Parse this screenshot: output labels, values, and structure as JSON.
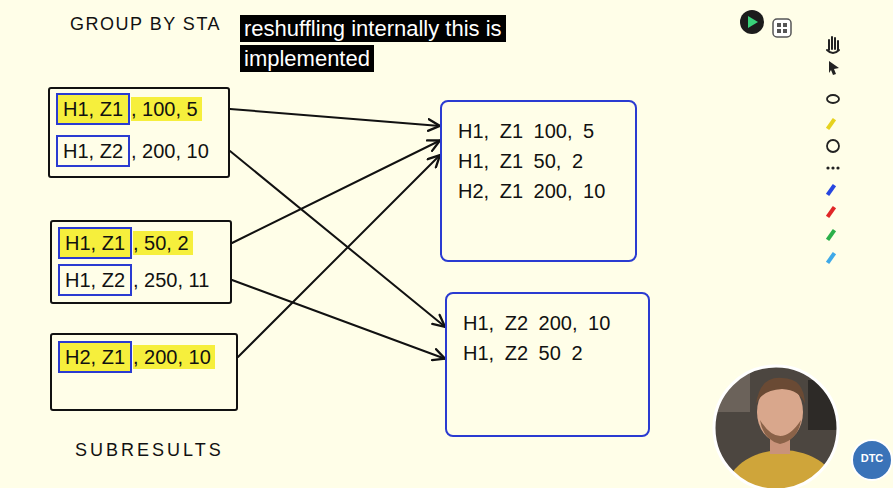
{
  "diagram": {
    "title": "GROUP BY STA",
    "caption": "reshuffling internally this is implemented",
    "nodes": [
      {
        "text": [
          ", 100, 5",
          ", 200, 10"
        ]
      },
      {
        "text": [
          "H1, Z1"
        ],
        "in": 0
      },
      {
        "text": [
          "H1, Z2"
        ],
        "in": 0
      },
      {
        "text": [
          ", 50, 2",
          ", 250, 11"
        ]
      },
      {
        "text": [
          "H1, Z1"
        ],
        "in": 3
      },
      {
        "text": [
          "H1, Z2"
        ],
        "in": 3
      },
      {
        "text": [
          ", 200, 10"
        ]
      },
      {
        "text": [
          "H2, Z1"
        ],
        "in": 6
      },
      {
        "text": [
          "H1, Z1 100, 5",
          "H1, Z1 50, 2",
          "H2, Z1 200, 10"
        ]
      },
      {
        "text": [
          "H1, Z2 200, 10",
          "H1, Z2 50 2"
        ]
      }
    ],
    "edges": [
      {
        "from": 0,
        "to": 8,
        "arrow": "to"
      },
      {
        "from": 0,
        "to": 9,
        "arrow": "to"
      },
      {
        "from": 3,
        "to": 8,
        "arrow": "to"
      },
      {
        "from": 3,
        "to": 9,
        "arrow": "to"
      },
      {
        "from": 6,
        "to": 8,
        "arrow": "to"
      }
    ],
    "labels": [
      "SUBRESULTS",
      "DTC"
    ]
  }
}
